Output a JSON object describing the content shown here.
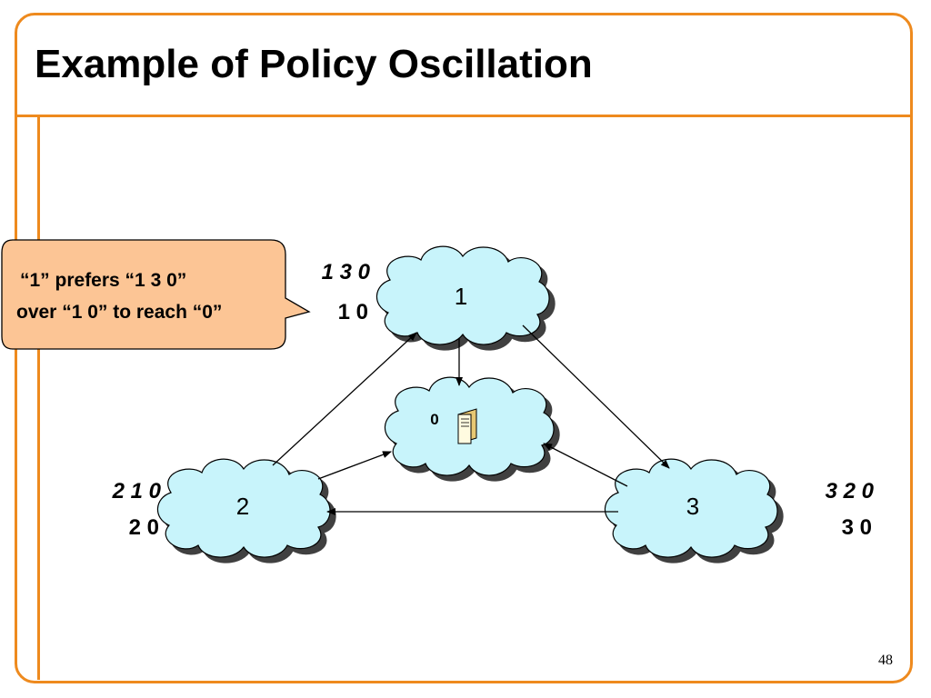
{
  "slide": {
    "title": "Example of Policy Oscillation",
    "page_number": "48"
  },
  "callout": {
    "line1": "“1” prefers “1 3 0”",
    "line2": "over “1 0” to reach “0”"
  },
  "nodes": {
    "destination": {
      "label": "0",
      "icon": "server-icon"
    },
    "node1": {
      "label": "1",
      "preferred_path": "1 3 0",
      "fallback_path": "1 0"
    },
    "node2": {
      "label": "2",
      "preferred_path": "2 1 0",
      "fallback_path": "2 0"
    },
    "node3": {
      "label": "3",
      "preferred_path": "3 2 0",
      "fallback_path": "3 0"
    }
  },
  "colors": {
    "frame": "#ee8a1e",
    "cloud_fill": "#c8f4fb",
    "callout_fill": "#fcc595"
  }
}
